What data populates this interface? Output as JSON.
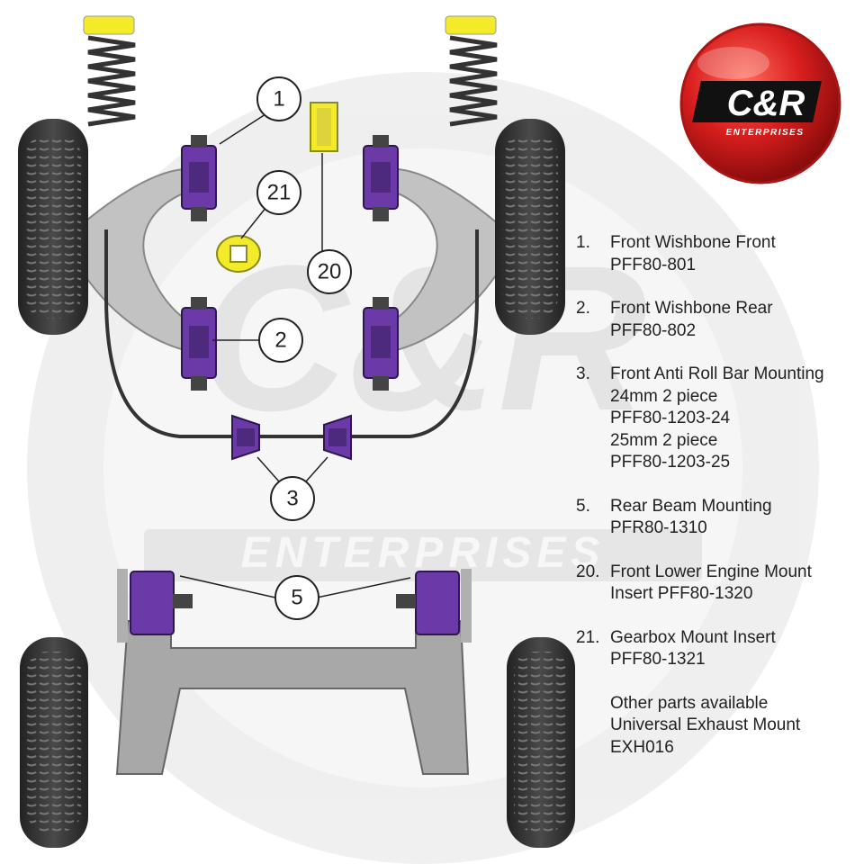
{
  "brand": {
    "logo_text": "C&R",
    "logo_subtext": "ENTERPRISES",
    "watermark_text": "ENTERPRISES",
    "colors": {
      "logo_red": "#d81e1e",
      "bushing_purple": "#6b3aa8",
      "mount_yellow": "#f3ea2a",
      "tyre_dark": "#3a3a3a",
      "arm_grey": "#b8b8b8"
    }
  },
  "callouts": [
    "1",
    "21",
    "20",
    "2",
    "3",
    "5"
  ],
  "legend": [
    {
      "num": "1.",
      "lines": [
        "Front Wishbone Front",
        "PFF80-801"
      ]
    },
    {
      "num": "2.",
      "lines": [
        "Front Wishbone Rear",
        "PFF80-802"
      ]
    },
    {
      "num": "3.",
      "lines": [
        "Front Anti Roll Bar Mounting",
        "24mm 2 piece",
        "PFF80-1203-24",
        "25mm 2 piece",
        "PFF80-1203-25"
      ]
    },
    {
      "num": "5.",
      "lines": [
        "Rear Beam Mounting",
        "PFR80-1310"
      ]
    },
    {
      "num": "20.",
      "lines": [
        "Front Lower Engine Mount",
        "Insert PFF80-1320"
      ]
    },
    {
      "num": "21.",
      "lines": [
        "Gearbox Mount Insert",
        "PFF80-1321"
      ]
    }
  ],
  "other_parts": [
    "Other parts available",
    "Universal Exhaust Mount",
    "EXH016"
  ]
}
